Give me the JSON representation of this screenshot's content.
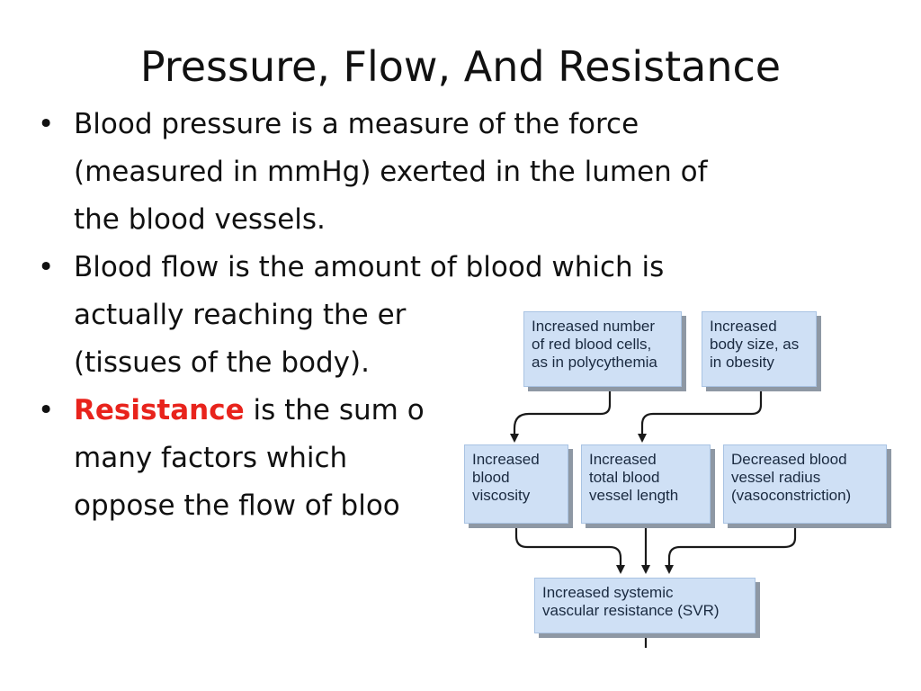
{
  "title": "Pressure, Flow, And Resistance",
  "bullets": [
    {
      "lines": [
        "Blood pressure is a measure of the force",
        "(measured in mmHg) exerted in the lumen of",
        "the blood vessels."
      ]
    },
    {
      "lines": [
        "Blood flow is the amount of blood which is",
        "actually reaching the er",
        "(tissues of the body)."
      ]
    },
    {
      "highlight": "Resistance",
      "lines": [
        " is the sum o",
        " many factors which",
        "oppose the flow of bloo"
      ]
    }
  ],
  "colors": {
    "highlight": "#e8231c",
    "box_fill": "#cfe0f5",
    "box_shadow": "#8e98a4",
    "arrow": "#1a1a1a"
  },
  "diagram": {
    "boxes": {
      "polycythemia": "Increased number\nof red blood cells,\nas in polycythemia",
      "obesity": "Increased\nbody size, as\nin obesity",
      "viscosity": "Increased\nblood\nviscosity",
      "length": "Increased\ntotal blood\nvessel length",
      "radius": "Decreased blood\nvessel radius\n(vasoconstriction)",
      "svr": "Increased systemic\nvascular resistance (SVR)"
    }
  }
}
